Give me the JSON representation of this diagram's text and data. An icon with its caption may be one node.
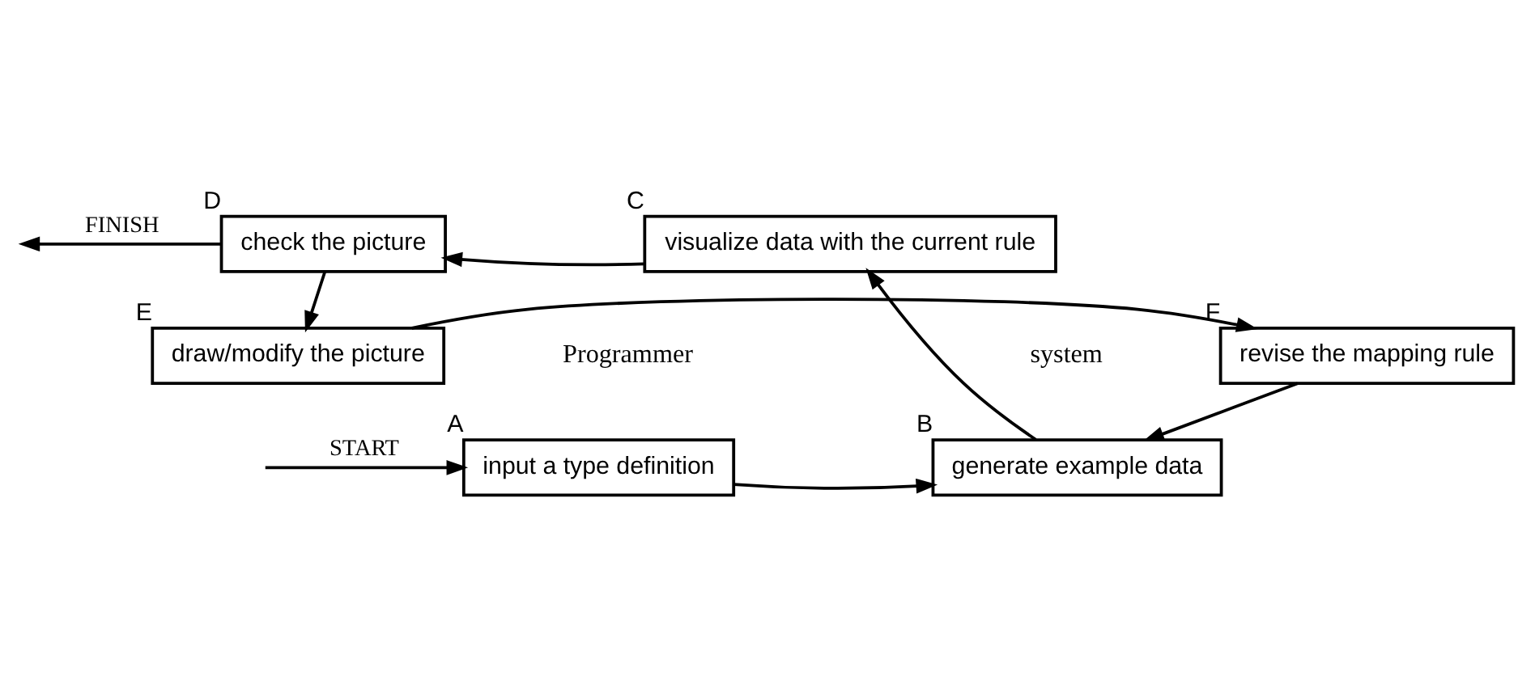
{
  "diagram": {
    "nodes": [
      {
        "text": [
          "input a type definition"
        ],
        "beside": [
          "A"
        ]
      },
      {
        "text": [
          "generate example data"
        ],
        "beside": [
          "B"
        ]
      },
      {
        "text": [
          "visualize data with the current rule"
        ],
        "beside": [
          "C"
        ]
      },
      {
        "text": [
          "check the picture"
        ],
        "beside": [
          "D"
        ]
      },
      {
        "text": [
          "draw/modify the picture"
        ],
        "beside": [
          "E"
        ]
      },
      {
        "text": [
          "revise the mapping rule"
        ],
        "beside": [
          "F"
        ]
      }
    ],
    "edges": [
      {
        "from": null,
        "to": 0,
        "arrow": "to",
        "label": "START"
      },
      {
        "from": 0,
        "to": 1,
        "arrow": "to"
      },
      {
        "from": 1,
        "to": 2,
        "arrow": "to"
      },
      {
        "from": 2,
        "to": 3,
        "arrow": "to"
      },
      {
        "from": 3,
        "to": null,
        "arrow": "to",
        "label": "FINISH"
      },
      {
        "from": 3,
        "to": 4,
        "arrow": "to"
      },
      {
        "from": 4,
        "to": 5,
        "arrow": "to"
      },
      {
        "from": 5,
        "to": 1,
        "arrow": "to"
      }
    ],
    "labels": [
      "Programmer",
      "system"
    ]
  }
}
